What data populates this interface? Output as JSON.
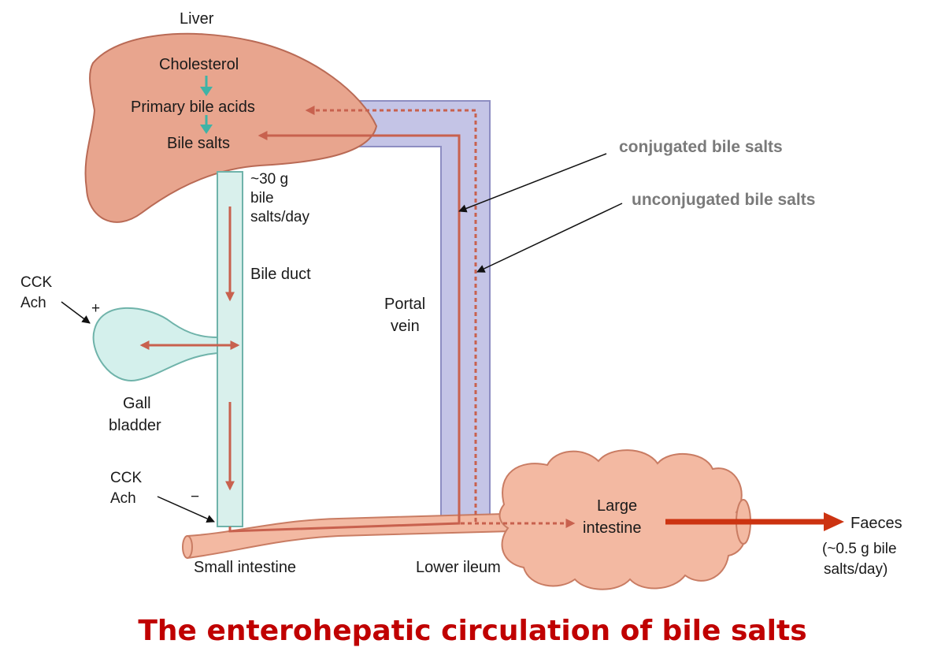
{
  "labels": {
    "liver": "Liver",
    "cholesterol": "Cholesterol",
    "primary_bile_acids": "Primary bile acids",
    "bile_salts": "Bile salts",
    "bile_salts_per_day": [
      "~30 g",
      "bile",
      "salts/day"
    ],
    "bile_duct": "Bile duct",
    "cck_top": [
      "CCK",
      "Ach"
    ],
    "plus_sign": "+",
    "gall_bladder": [
      "Gall",
      "bladder"
    ],
    "cck_bottom": [
      "CCK",
      "Ach"
    ],
    "minus_sign": "−",
    "portal_vein": [
      "Portal",
      "vein"
    ],
    "small_intestine": "Small intestine",
    "lower_ileum": "Lower ileum",
    "large_intestine": [
      "Large",
      "intestine"
    ],
    "faeces": "Faeces",
    "faeces_amount": [
      "(~0.5 g bile",
      "salts/day)"
    ],
    "conjugated": "conjugated bile salts",
    "unconjugated": "unconjugated bile salts"
  },
  "title": "The enterohepatic  circulation of bile salts",
  "colors": {
    "liver_fill": "#e8a58e",
    "liver_stroke": "#b96a55",
    "duct_fill": "#d9f0ec",
    "duct_stroke": "#6fb3aa",
    "gallbladder_fill": "#d4f0ec",
    "portal_fill": "#c4c4e6",
    "portal_stroke": "#8d8dc2",
    "intestine_fill": "#f3b9a2",
    "intestine_stroke": "#c97c63",
    "flow_arrow": "#c8614e",
    "teal_arrow": "#3fb3a6",
    "faeces_arrow": "#cc3311",
    "title": "#c00000",
    "side_label": "#7a7a7a"
  }
}
